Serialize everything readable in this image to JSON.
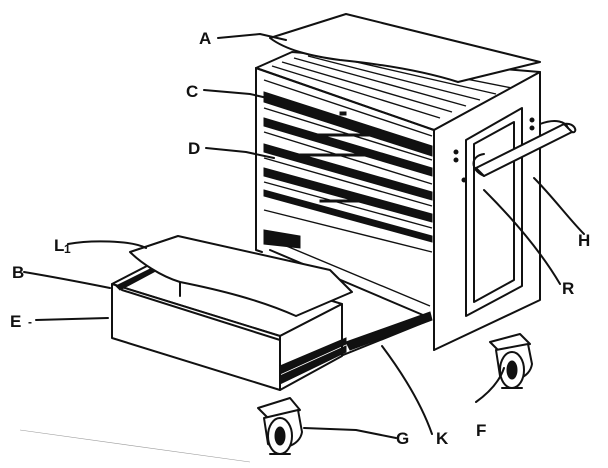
{
  "labels": {
    "A": "A",
    "B": "B",
    "C": "C",
    "D": "D",
    "E": "E",
    "F": "F",
    "G": "G",
    "H": "H",
    "K": "K",
    "L": "L",
    "R": "R"
  },
  "label_suffix": {
    "E": "-",
    "L": "1"
  }
}
